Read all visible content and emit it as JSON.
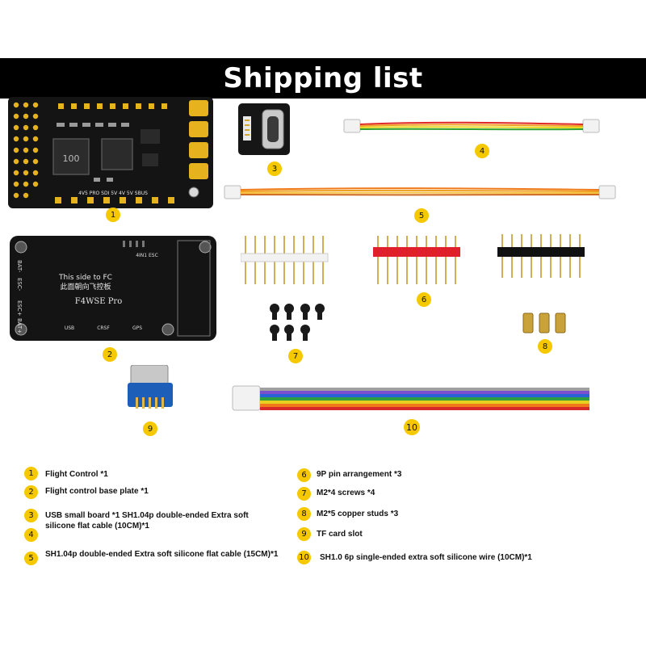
{
  "title": "Shipping list",
  "board": {
    "fc_text_en": "This side to FC",
    "fc_text_cn": "此面朝向飞控板",
    "model": "F4WSE Pro",
    "esc_label": "4IN1 ESC",
    "usb": "USB",
    "crsf": "CRSF",
    "gps": "GPS",
    "bat_minus": "BAT-",
    "esc_minus": "ESC-",
    "esc_plus": "ESC+",
    "bat_plus": "BAT+",
    "pcb_labels": "4V5  PRO  SDI  5V  4V  5V  SBUS",
    "inductor": "100"
  },
  "badges": [
    "1",
    "2",
    "3",
    "4",
    "5",
    "6",
    "7",
    "8",
    "9",
    "10"
  ],
  "legend": [
    {
      "num": "1",
      "text": "Flight Control *1"
    },
    {
      "num": "2",
      "text": "Flight control base plate *1"
    },
    {
      "num": "3",
      "text": "USB small board *1 SH1.04p double-ended Extra soft silicone flat cable (10CM)*1"
    },
    {
      "num": "4",
      "text": ""
    },
    {
      "num": "5",
      "text": "SH1.04p double-ended Extra soft silicone flat cable (15CM)*1"
    },
    {
      "num": "6",
      "text": "9P pin arrangement *3"
    },
    {
      "num": "7",
      "text": "M2*4 screws *4"
    },
    {
      "num": "8",
      "text": "M2*5 copper studs *3"
    },
    {
      "num": "9",
      "text": "TF card slot"
    },
    {
      "num": "10",
      "text": "SH1.0 6p single-ended extra soft silicone wire (10CM)*1"
    }
  ],
  "colors": {
    "badge": "#f6c800",
    "title_bg": "#000000",
    "pcb": "#141414",
    "pad_gold": "#e6b31e",
    "pin_red": "#e0202a",
    "pin_white": "#f2f2f2",
    "pin_black": "#111111",
    "sd_board": "#1d5fb8"
  },
  "icons": [
    "flight-controller-photo",
    "base-plate-photo",
    "usb-board-photo",
    "cable-4-photo",
    "cable-5-photo",
    "pin-header-photo",
    "screws-photo",
    "copper-studs-photo",
    "tf-card-slot-photo",
    "6p-wire-photo"
  ]
}
